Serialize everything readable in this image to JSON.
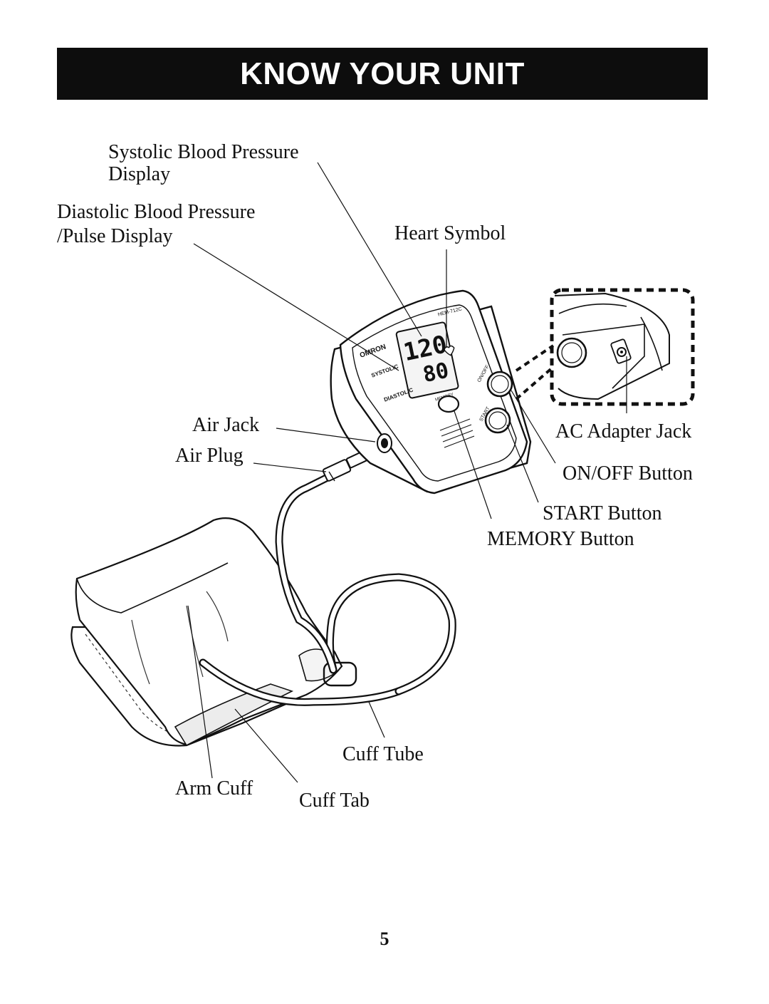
{
  "header": {
    "title": "KNOW YOUR UNIT"
  },
  "labels": {
    "systolic_line1": "Systolic Blood Pressure",
    "systolic_line2": "Display",
    "diastolic_line1": "Diastolic Blood Pressure",
    "diastolic_line2": "/Pulse Display",
    "heart_symbol": "Heart Symbol",
    "air_jack": "Air Jack",
    "air_plug": "Air Plug",
    "ac_adapter_jack": "AC Adapter Jack",
    "on_off_button": "ON/OFF Button",
    "start_button": "START Button",
    "memory_button": "MEMORY Button",
    "cuff_tube": "Cuff Tube",
    "arm_cuff": "Arm Cuff",
    "cuff_tab": "Cuff Tab"
  },
  "device": {
    "brand": "OMRON",
    "model": "HEM-712C",
    "systolic_reading": "120",
    "diastolic_reading": "80",
    "systolic_tag": "SYSTOLIC",
    "diastolic_tag": "DIASTOLIC",
    "memory_tag": "MEMORY",
    "onoff_tag": "ON/OFF",
    "start_tag": "START"
  },
  "page": {
    "number": "5"
  }
}
